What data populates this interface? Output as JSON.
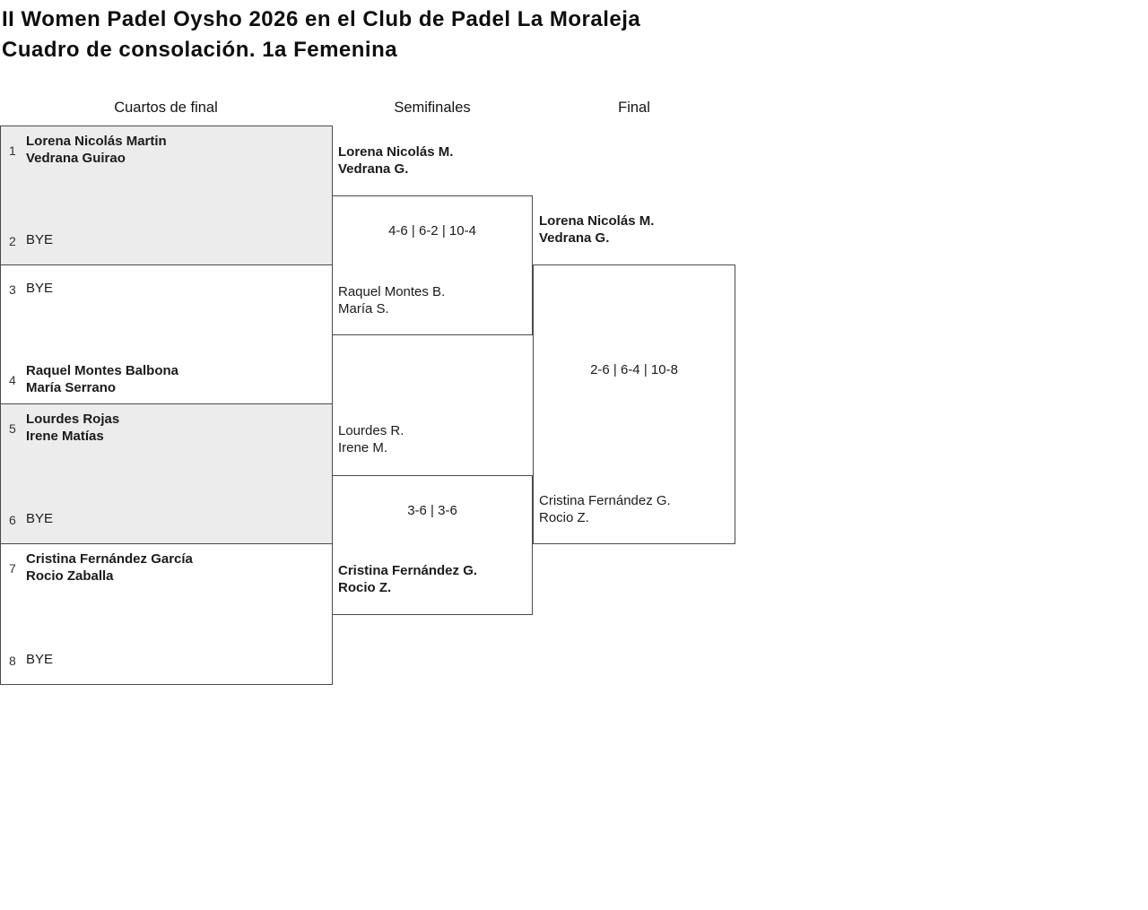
{
  "title": {
    "line1": "II Women Padel Oysho 2026 en el Club de Padel La Moraleja",
    "line2": "Cuadro de consolación. 1a Femenina"
  },
  "round_headers": {
    "quarterfinals": "Cuartos de final",
    "semifinals": "Semifinales",
    "final": "Final"
  },
  "quarterfinals": [
    {
      "top": {
        "seed": "1",
        "line1": "Lorena Nicolás Martin",
        "line2": "Vedrana Guirao"
      },
      "bottom": {
        "seed": "2",
        "line1": "BYE"
      },
      "winner": "top"
    },
    {
      "top": {
        "seed": "3",
        "line1": "BYE"
      },
      "bottom": {
        "seed": "4",
        "line1": "Raquel Montes Balbona",
        "line2": "María Serrano"
      },
      "winner": "bottom"
    },
    {
      "top": {
        "seed": "5",
        "line1": "Lourdes Rojas",
        "line2": "Irene Matías"
      },
      "bottom": {
        "seed": "6",
        "line1": "BYE"
      },
      "winner": "top"
    },
    {
      "top": {
        "seed": "7",
        "line1": "Cristina Fernández García",
        "line2": "Rocio Zaballa"
      },
      "bottom": {
        "seed": "8",
        "line1": "BYE"
      },
      "winner": "top"
    }
  ],
  "semifinals": [
    {
      "top": {
        "line1": "Lorena Nicolás M.",
        "line2": "Vedrana G."
      },
      "score": "4-6 | 6-2 | 10-4",
      "bottom": {
        "line1": "Raquel Montes B.",
        "line2": "María S."
      },
      "winner": "top"
    },
    {
      "top": {
        "line1": "Lourdes R.",
        "line2": "Irene M."
      },
      "score": "3-6 | 3-6",
      "bottom": {
        "line1": "Cristina Fernández G.",
        "line2": "Rocio Z."
      },
      "winner": "bottom"
    }
  ],
  "final": {
    "top": {
      "line1": "Lorena Nicolás M.",
      "line2": "Vedrana G."
    },
    "score": "2-6 | 6-4 | 10-8",
    "bottom": {
      "line1": "Cristina Fernández G.",
      "line2": "Rocio Z."
    },
    "winner": "top"
  },
  "colors": {
    "shaded_match_background": "#ececec",
    "border": "#4a4a4a",
    "text": "#1a1a1a"
  }
}
